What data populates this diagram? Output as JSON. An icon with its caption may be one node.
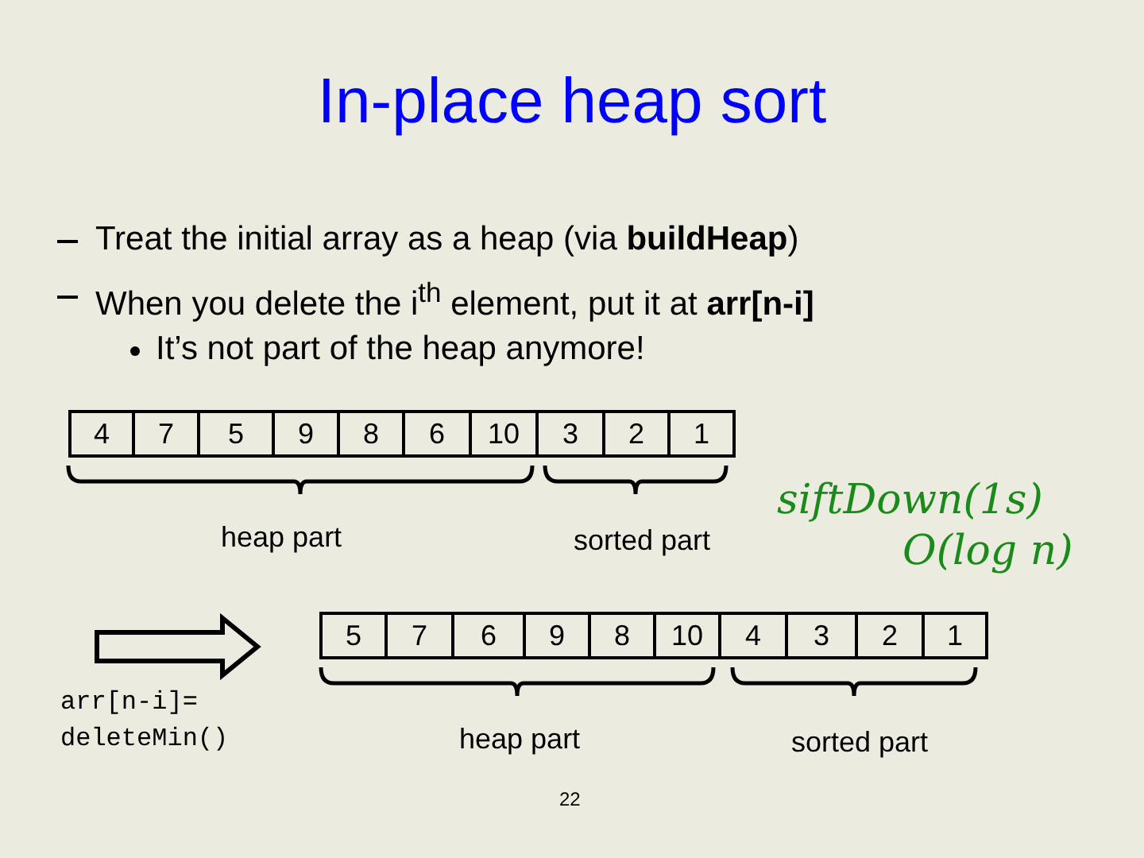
{
  "diagram": {
    "title": "In-place heap sort",
    "nodes": [
      {
        "text": [
          "4"
        ]
      },
      {
        "text": [
          "7"
        ]
      },
      {
        "text": [
          "5"
        ]
      },
      {
        "text": [
          "9"
        ]
      },
      {
        "text": [
          "8"
        ]
      },
      {
        "text": [
          "6"
        ]
      },
      {
        "text": [
          "10"
        ]
      },
      {
        "text": [
          "3"
        ]
      },
      {
        "text": [
          "2"
        ]
      },
      {
        "text": [
          "1"
        ]
      },
      {
        "text": [
          "5"
        ]
      },
      {
        "text": [
          "7"
        ]
      },
      {
        "text": [
          "6"
        ]
      },
      {
        "text": [
          "9"
        ]
      },
      {
        "text": [
          "8"
        ]
      },
      {
        "text": [
          "10"
        ]
      },
      {
        "text": [
          "4"
        ]
      },
      {
        "text": [
          "3"
        ]
      },
      {
        "text": [
          "2"
        ]
      },
      {
        "text": [
          "1"
        ]
      }
    ],
    "labels": [
      "Treat the initial array as a heap (via **buildHeap**)",
      "When you delete the i$^{th}$  element, put it at **arr[n-i]**",
      "It’s not part of the heap anymore!",
      "heap part",
      "sorted part",
      "siftDown(1s)",
      "O(log n)",
      "arr[n-i]= deleteMin()",
      "heap part",
      "sorted part",
      "22"
    ]
  }
}
